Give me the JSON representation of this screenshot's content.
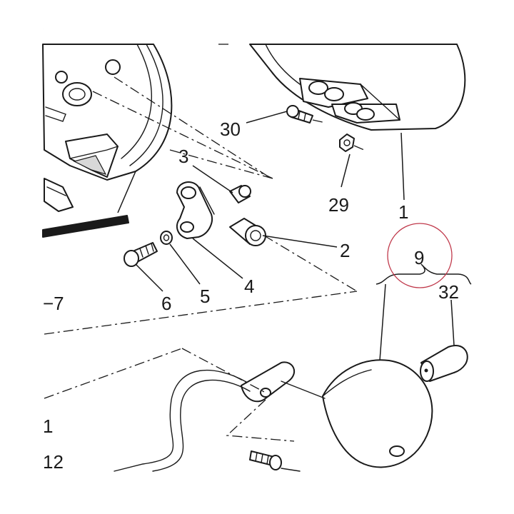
{
  "labels": {
    "l30": "30",
    "l3": "3",
    "l29": "29",
    "l1_top": "1",
    "l2": "2",
    "l9": "9",
    "l32": "32",
    "l4": "4",
    "l5": "5",
    "l6": "6",
    "l7": "−7",
    "l1_left": "1",
    "l12": "12"
  },
  "colors": {
    "line": "#1a1a1a",
    "highlight_circle": "#c0394b",
    "background": "#ffffff"
  }
}
